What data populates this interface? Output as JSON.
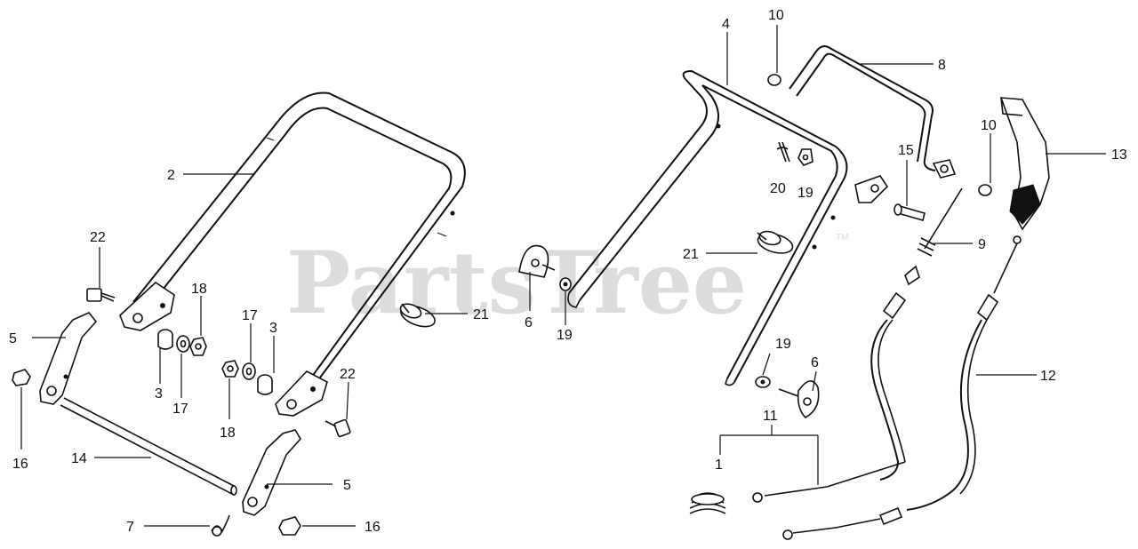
{
  "watermark": {
    "text": "PartsTree",
    "mark": "TM"
  },
  "labels": {
    "l1": "1",
    "l2": "2",
    "l3a": "3",
    "l3b": "3",
    "l4": "4",
    "l5a": "5",
    "l5b": "5",
    "l6a": "6",
    "l6b": "6",
    "l7": "7",
    "l8": "8",
    "l9": "9",
    "l10a": "10",
    "l10b": "10",
    "l11": "11",
    "l12": "12",
    "l13": "13",
    "l14": "14",
    "l15": "15",
    "l16a": "16",
    "l16b": "16",
    "l17a": "17",
    "l17b": "17",
    "l18a": "18",
    "l18b": "18",
    "l19a": "19",
    "l19b": "19",
    "l19c": "19",
    "l20": "20",
    "l21a": "21",
    "l21b": "21",
    "l22a": "22",
    "l22b": "22"
  }
}
